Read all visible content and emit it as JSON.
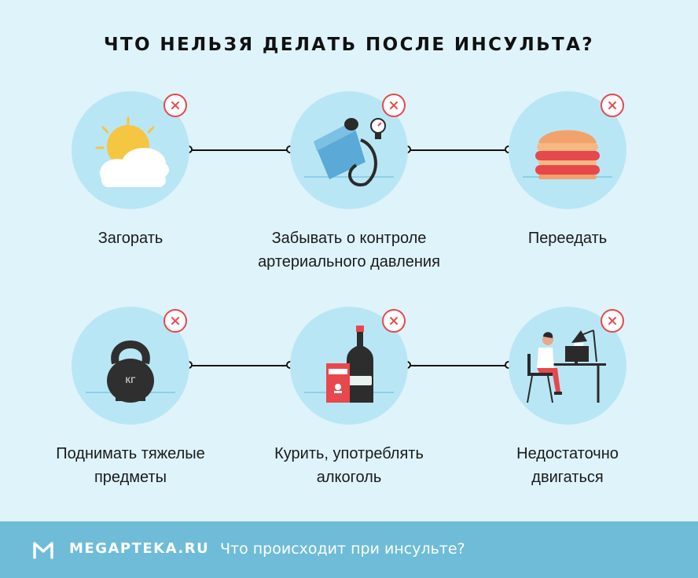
{
  "title": "ЧТО НЕЛЬЗЯ ДЕЛАТЬ ПОСЛЕ ИНСУЛЬТА?",
  "items": [
    {
      "line1": "Загорать",
      "line2": "",
      "icon": "sun-cloud-icon"
    },
    {
      "line1": "Забывать о контроле",
      "line2": "артериального давления",
      "icon": "tonometer-icon"
    },
    {
      "line1": "Переедать",
      "line2": "",
      "icon": "burger-icon"
    },
    {
      "line1": "Поднимать тяжелые",
      "line2": "предметы",
      "icon": "kettlebell-icon"
    },
    {
      "line1": "Курить, употреблять",
      "line2": "алкоголь",
      "icon": "cigarettes-bottle-icon"
    },
    {
      "line1": "Недостаточно",
      "line2": "двигаться",
      "icon": "desk-worker-icon"
    }
  ],
  "kettlebell_text": "КГ",
  "footer": {
    "brand": "MEGAPTEKA.RU",
    "subtitle": "Что происходит при инсульте?"
  },
  "colors": {
    "background": "#dff3fb",
    "circle": "#b9e6f5",
    "cross": "#e8474c",
    "footer": "#6ebcd8"
  }
}
